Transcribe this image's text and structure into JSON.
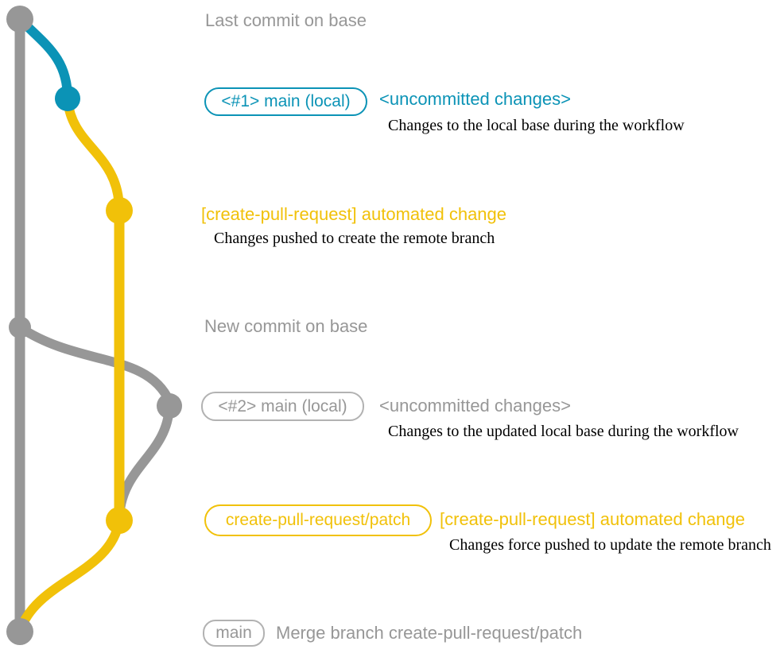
{
  "colors": {
    "gray": "#979797",
    "blue": "#0b93b6",
    "yellow": "#f1c109",
    "black": "#000000",
    "gray_badge_border": "#b2b2b2"
  },
  "rows": {
    "last_commit": {
      "text": "Last commit on base"
    },
    "r1": {
      "badge": "<#1> main (local)",
      "heading": "<uncommitted changes>",
      "desc": "Changes to the local base during the workflow"
    },
    "r2": {
      "heading": "[create-pull-request] automated change",
      "desc": "Changes pushed to create the remote branch"
    },
    "new_commit": {
      "text": "New commit on base"
    },
    "r4": {
      "badge": "<#2> main (local)",
      "heading": "<uncommitted changes>",
      "desc": "Changes to the updated local base during the workflow"
    },
    "r5": {
      "badge": "create-pull-request/patch",
      "heading": "[create-pull-request] automated change",
      "desc": "Changes force pushed to update the remote branch"
    },
    "r6": {
      "badge": "main",
      "text": "Merge branch create-pull-request/patch"
    }
  }
}
